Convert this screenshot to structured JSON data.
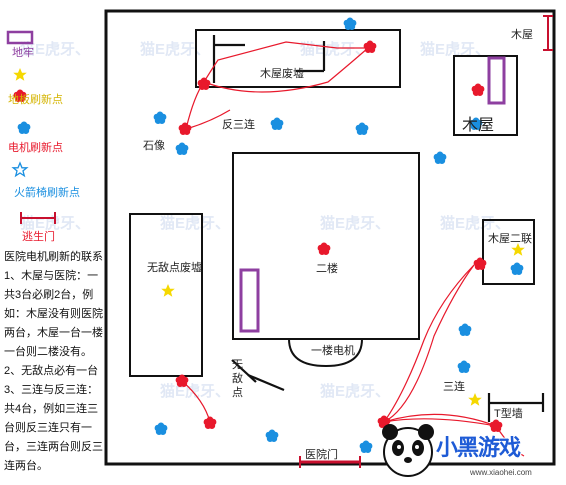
{
  "legend": {
    "cellar": "地牢",
    "board_spawn": "地板刷新点",
    "generator_spawn": "电机刷新点",
    "hook_spawn": "火箭椅刷新点",
    "exit_gate": "逃生门"
  },
  "labels": {
    "cabin_ruins": "木屋废墟",
    "anti_triple": "反三连",
    "statue": "石像",
    "cabin": "木屋",
    "cabin_top_sign": "木屋",
    "safe_ruins": "无敌点废墟",
    "second_floor": "二楼",
    "first_floor_generator": "一楼电机",
    "cabin_double": "木屋二联",
    "triple": "三连",
    "t_wall": "T型墙",
    "hospital_gate": "医院门",
    "safe_spot": "无敌点"
  },
  "notes": [
    "医院电机刷新的联系",
    "1、木屋与医院：一共3台必刷2台，例如：木屋没有则医院两台，木屋一台一楼一台则二楼没有。",
    "2、无敌点必有一台",
    "3、三连与反三连：共4台，例如三连三台则反三连只有一台，三连两台则反三连两台。"
  ],
  "watermark": "猫E虎牙、",
  "logo": {
    "title": "小黑游戏",
    "url": "www.xiaohei.com"
  },
  "colors": {
    "generator": "#e8192c",
    "hook": "#1a8fe0",
    "board": "#f5d800",
    "cellar": "#8e3fa0",
    "path": "#e8192c",
    "gate": "#c8102e"
  }
}
